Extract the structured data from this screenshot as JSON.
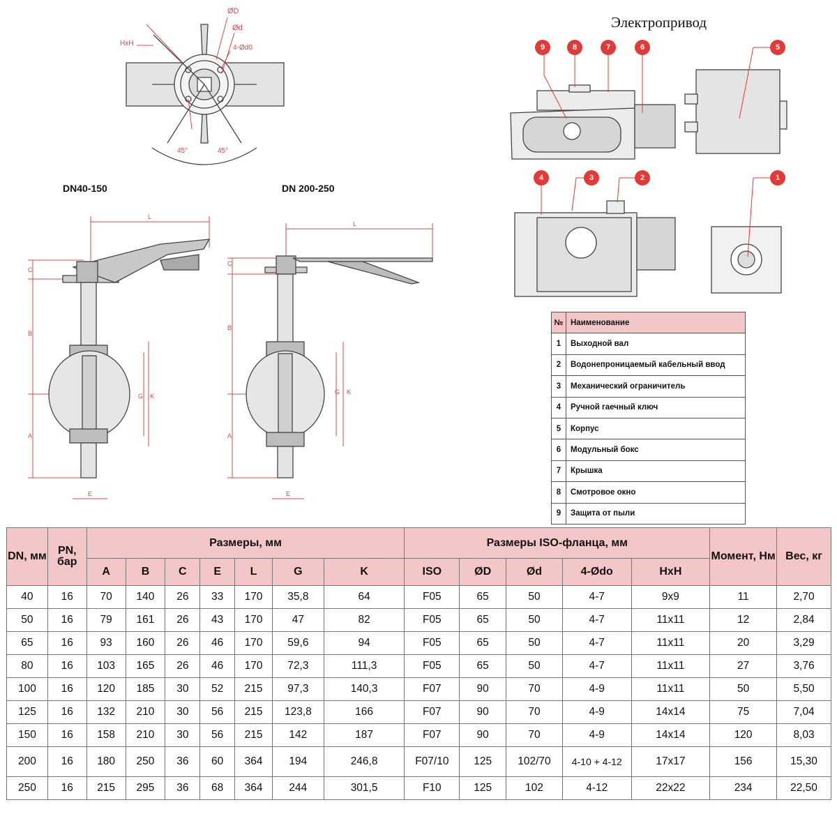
{
  "drive": {
    "title": "Электропривод"
  },
  "drawing_labels": {
    "hxh": "HxH",
    "od_big": "ØD",
    "od_small": "Ød",
    "holes": "4-Ød0",
    "angle_left": "45°",
    "angle_right": "45°",
    "section_left_title": "DN40-150",
    "section_right_title": "DN 200-250",
    "dim_L": "L",
    "dim_C": "C",
    "dim_B": "B",
    "dim_A": "A",
    "dim_G": "G",
    "dim_K": "K",
    "dim_E": "E"
  },
  "callouts": [
    "1",
    "2",
    "3",
    "4",
    "5",
    "6",
    "7",
    "8",
    "9"
  ],
  "colors": {
    "callout_red": "#e23a36",
    "header_pink": "#f3c6c8",
    "dimension_red": "#d9484a",
    "line_gray": "#555555"
  },
  "parts": {
    "header_num": "№",
    "header_name": "Наименование",
    "rows": [
      {
        "num": "1",
        "name": "Выходной вал"
      },
      {
        "num": "2",
        "name": "Водонепроницаемый кабельный ввод"
      },
      {
        "num": "3",
        "name": "Механический ограничитель"
      },
      {
        "num": "4",
        "name": "Ручной гаечный ключ"
      },
      {
        "num": "5",
        "name": "Корпус"
      },
      {
        "num": "6",
        "name": "Модульный бокс"
      },
      {
        "num": "7",
        "name": "Крышка"
      },
      {
        "num": "8",
        "name": "Смотровое окно"
      },
      {
        "num": "9",
        "name": "Защита от пыли"
      }
    ]
  },
  "table": {
    "headers": {
      "dn": "DN, мм",
      "pn": "PN, бар",
      "sizes": "Размеры, мм",
      "iso_sizes": "Размеры ISO-фланца, мм",
      "moment": "Момент, Нм",
      "weight": "Вес, кг",
      "A": "A",
      "B": "B",
      "C": "C",
      "E": "E",
      "L": "L",
      "G": "G",
      "K": "K",
      "ISO": "ISO",
      "OD": "ØD",
      "Od": "Ød",
      "holes": "4-Ødo",
      "HxH": "HxH"
    },
    "rows": [
      [
        "40",
        "16",
        "70",
        "140",
        "26",
        "33",
        "170",
        "35,8",
        "64",
        "F05",
        "65",
        "50",
        "4-7",
        "9x9",
        "11",
        "2,70"
      ],
      [
        "50",
        "16",
        "79",
        "161",
        "26",
        "43",
        "170",
        "47",
        "82",
        "F05",
        "65",
        "50",
        "4-7",
        "11x11",
        "12",
        "2,84"
      ],
      [
        "65",
        "16",
        "93",
        "160",
        "26",
        "46",
        "170",
        "59,6",
        "94",
        "F05",
        "65",
        "50",
        "4-7",
        "11x11",
        "20",
        "3,29"
      ],
      [
        "80",
        "16",
        "103",
        "165",
        "26",
        "46",
        "170",
        "72,3",
        "111,3",
        "F05",
        "65",
        "50",
        "4-7",
        "11x11",
        "27",
        "3,76"
      ],
      [
        "100",
        "16",
        "120",
        "185",
        "30",
        "52",
        "215",
        "97,3",
        "140,3",
        "F07",
        "90",
        "70",
        "4-9",
        "11x11",
        "50",
        "5,50"
      ],
      [
        "125",
        "16",
        "132",
        "210",
        "30",
        "56",
        "215",
        "123,8",
        "166",
        "F07",
        "90",
        "70",
        "4-9",
        "14x14",
        "75",
        "7,04"
      ],
      [
        "150",
        "16",
        "158",
        "210",
        "30",
        "56",
        "215",
        "142",
        "187",
        "F07",
        "90",
        "70",
        "4-9",
        "14x14",
        "120",
        "8,03"
      ],
      [
        "200",
        "16",
        "180",
        "250",
        "36",
        "60",
        "364",
        "194",
        "246,8",
        "F07/10",
        "125",
        "102/70",
        "4-10 + 4-12",
        "17x17",
        "156",
        "15,30"
      ],
      [
        "250",
        "16",
        "215",
        "295",
        "36",
        "68",
        "364",
        "244",
        "301,5",
        "F10",
        "125",
        "102",
        "4-12",
        "22x22",
        "234",
        "22,50"
      ]
    ]
  }
}
